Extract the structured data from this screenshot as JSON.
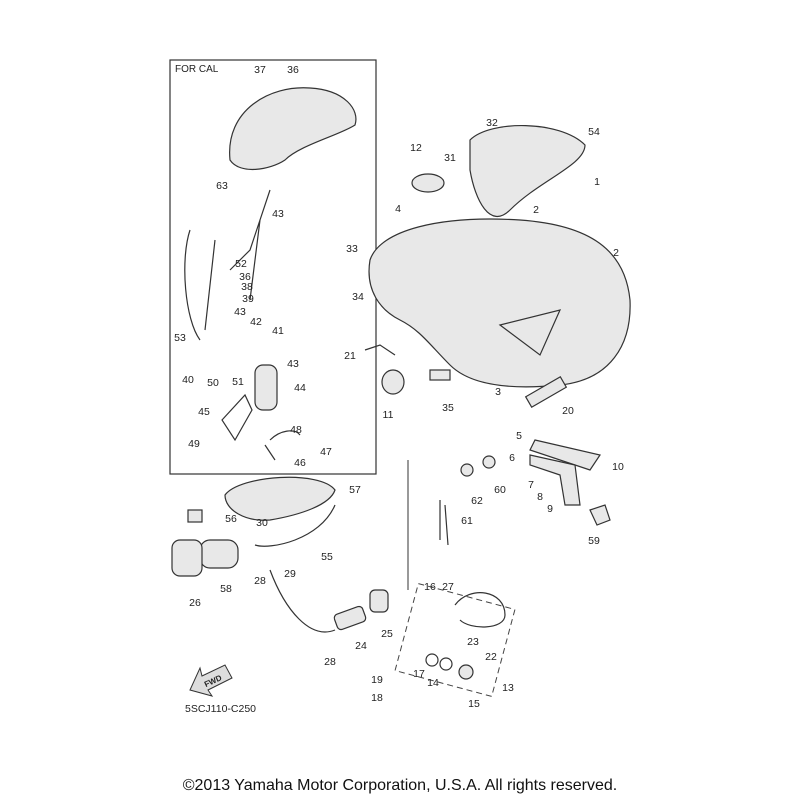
{
  "box_label": "FOR CAL",
  "fwd_label": "FWD",
  "diagram_code": "5SCJ110-C250",
  "copyright": "©2013 Yamaha Motor Corporation, U.S.A. All rights reserved.",
  "callouts": [
    "37",
    "36",
    "32",
    "54",
    "12",
    "31",
    "4",
    "2",
    "1",
    "2",
    "33",
    "34",
    "21",
    "11",
    "35",
    "3",
    "20",
    "63",
    "43",
    "52",
    "36",
    "38",
    "39",
    "43",
    "42",
    "41",
    "53",
    "40",
    "50",
    "51",
    "43",
    "44",
    "45",
    "49",
    "48",
    "46",
    "47",
    "57",
    "56",
    "30",
    "55",
    "28",
    "29",
    "58",
    "26",
    "5",
    "6",
    "10",
    "7",
    "8",
    "9",
    "59",
    "62",
    "60",
    "61",
    "16",
    "27",
    "25",
    "23",
    "22",
    "24",
    "28",
    "17",
    "14",
    "13",
    "19",
    "18",
    "15"
  ]
}
